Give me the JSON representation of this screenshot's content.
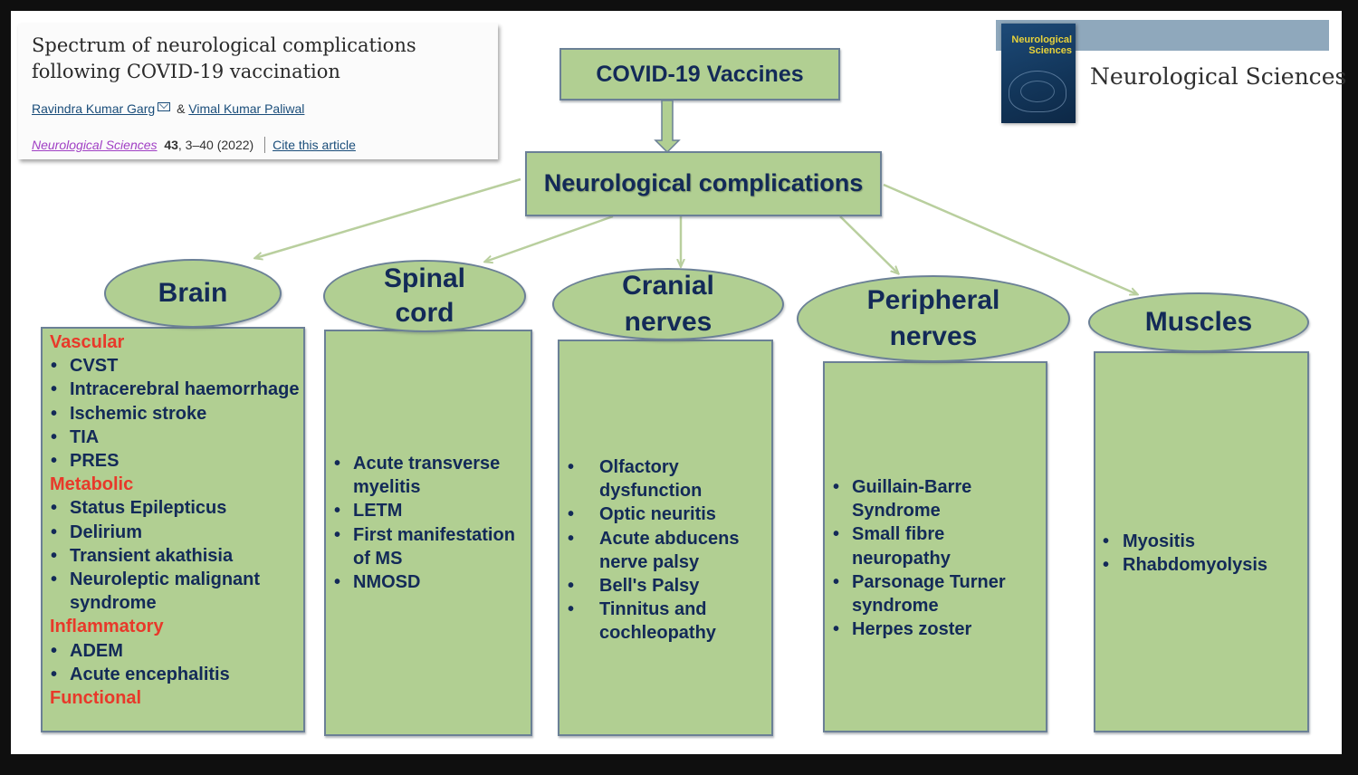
{
  "article": {
    "title": "Spectrum of neurological complications following COVID-19 vaccination",
    "authors": [
      {
        "name": "Ravindra Kumar Garg",
        "has_email_icon": true
      },
      {
        "name": "Vimal Kumar Paliwal",
        "has_email_icon": false
      }
    ],
    "author_separator": "&",
    "journal_link": "Neurological Sciences",
    "volume": "43",
    "pages_year": ", 3–40 (2022)",
    "cite_link": "Cite this article"
  },
  "journal_header": {
    "cover_title_line1": "Neurological",
    "cover_title_line2": "Sciences",
    "name": "Neurological Sciences",
    "bar_color": "#8fa8bc"
  },
  "diagram": {
    "root": "COVID-19 Vaccines",
    "middle": "Neurological complications",
    "colors": {
      "box_fill": "#b1cf92",
      "box_border": "#6b8096",
      "title_text": "#132a58",
      "category_text": "#e8392a",
      "connector": "#b9cf9e"
    },
    "branches": [
      {
        "label_lines": [
          "Brain"
        ],
        "groups": [
          {
            "category": "Vascular",
            "items": [
              "CVST",
              "Intracerebral haemorrhage",
              "Ischemic stroke",
              "TIA",
              "PRES"
            ]
          },
          {
            "category": "Metabolic",
            "items": [
              "Status Epilepticus",
              "Delirium",
              "Transient akathisia",
              "Neuroleptic malignant syndrome"
            ]
          },
          {
            "category": "Inflammatory",
            "items": [
              "ADEM",
              "Acute encephalitis"
            ]
          },
          {
            "category": "Functional",
            "items": []
          }
        ]
      },
      {
        "label_lines": [
          "Spinal",
          "cord"
        ],
        "items": [
          "Acute transverse myelitis",
          "LETM",
          "First manifestation of MS",
          "NMOSD"
        ]
      },
      {
        "label_lines": [
          "Cranial",
          "nerves"
        ],
        "items": [
          "Olfactory dysfunction",
          "Optic neuritis",
          "Acute abducens nerve palsy",
          "Bell's Palsy",
          "Tinnitus and cochleopathy"
        ]
      },
      {
        "label_lines": [
          "Peripheral",
          "nerves"
        ],
        "items": [
          "Guillain-Barre Syndrome",
          "Small fibre neuropathy",
          "Parsonage Turner syndrome",
          "Herpes zoster"
        ]
      },
      {
        "label_lines": [
          "Muscles"
        ],
        "items": [
          "Myositis",
          "Rhabdomyolysis"
        ]
      }
    ],
    "bullet_glyph": "•"
  }
}
